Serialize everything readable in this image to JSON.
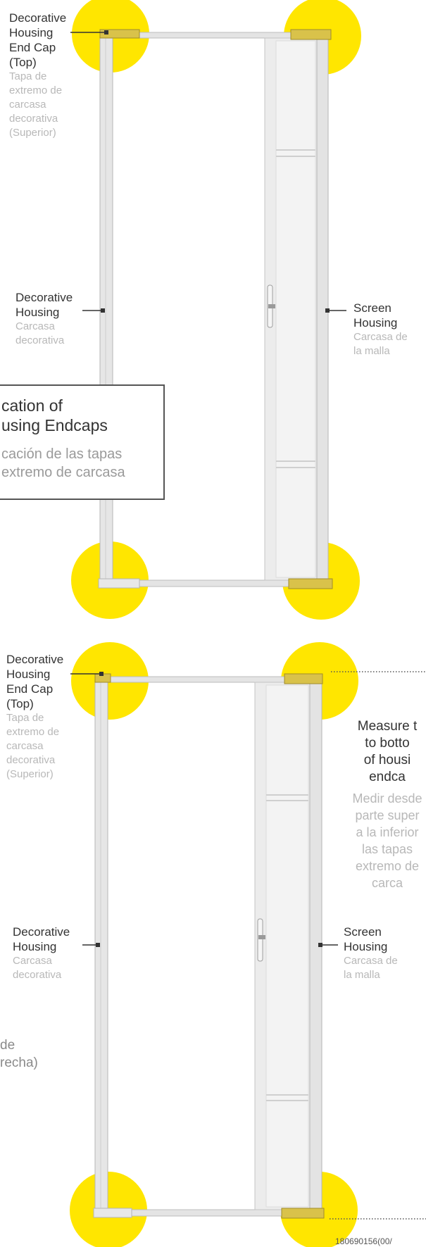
{
  "colors": {
    "highlight": "#FFE600",
    "frame": "#e2e2e2",
    "frame_edge": "#b9b9b9",
    "endcap": "#d9c24a",
    "text": "#333333",
    "subtext": "#b8b8b8"
  },
  "diagram_top": {
    "end_cap_top": {
      "en": [
        "Decorative",
        "Housing",
        "End Cap",
        "(Top)"
      ],
      "es": [
        "Tapa de",
        "extremo de",
        "carcasa",
        "decorativa",
        "(Superior)"
      ]
    },
    "decorative_housing": {
      "en": [
        "Decorative",
        "Housing"
      ],
      "es": [
        "Carcasa",
        "decorativa"
      ]
    },
    "screen_housing": {
      "en": [
        "Screen",
        "Housing"
      ],
      "es": [
        "Carcasa de",
        "la malla"
      ]
    },
    "location_box": {
      "en": [
        "cation of",
        "using Endcaps"
      ],
      "es": [
        "cación de las tapas",
        "extremo de carcasa"
      ]
    }
  },
  "diagram_bottom": {
    "end_cap_top": {
      "en": [
        "Decorative",
        "Housing",
        "End Cap",
        "(Top)"
      ],
      "es": [
        "Tapa de",
        "extremo de",
        "carcasa",
        "decorativa",
        "(Superior)"
      ]
    },
    "decorative_housing": {
      "en": [
        "Decorative",
        "Housing"
      ],
      "es": [
        "Carcasa",
        "decorativa"
      ]
    },
    "screen_housing": {
      "en": [
        "Screen",
        "Housing"
      ],
      "es": [
        "Carcasa de",
        "la malla"
      ]
    },
    "measure": {
      "en": [
        "Measure t",
        "to botto",
        "of housi",
        "endca"
      ],
      "es": [
        "Medir desde",
        "parte super",
        "a la inferior",
        "las tapas",
        "extremo de",
        "carca"
      ]
    },
    "left_fragment": [
      "de",
      "recha)"
    ],
    "part_number": "180690156(00/"
  }
}
